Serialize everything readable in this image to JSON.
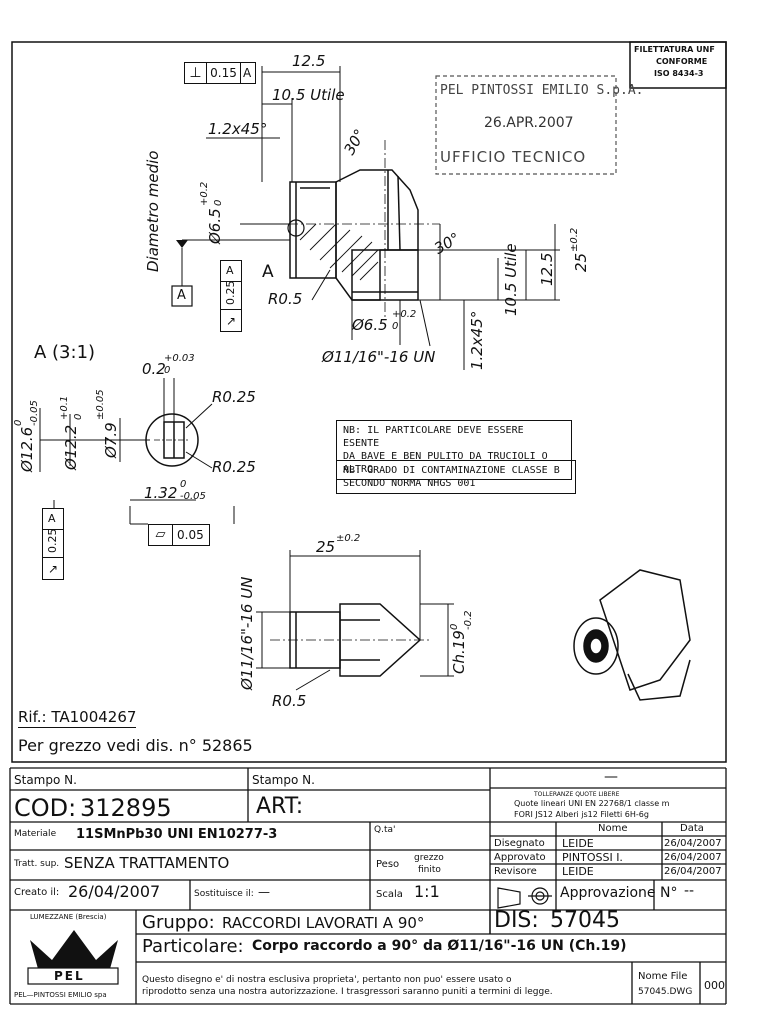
{
  "header": {
    "thread_note": [
      "FILETTATURA UNF",
      "CONFORME",
      "ISO 8434-3"
    ]
  },
  "stamp": {
    "company": "PEL PINTOSSI EMILIO S.p.A.",
    "date": "26.APR.2007",
    "office": "UFFICIO TECNICO"
  },
  "top_view": {
    "tol_perp": "0.15",
    "tol_perp_ref": "A",
    "dim_12_5_top": "12.5",
    "dim_10_5_utile_top": "10.5 Utile",
    "chamfer_1_2x45_top": "1.2x45°",
    "angle_30_top": "30°",
    "angle_30_right": "30°",
    "diametro_medio": "Diametro medio",
    "dia_6_5_left": "Ø6.5",
    "dia_6_5_left_tol_up": "+0.2",
    "dia_6_5_left_tol_low": "0",
    "datum_a": "A",
    "runout_value": "0.25",
    "runout_ref": "A",
    "detail_label": "A",
    "r_0_5": "R0.5",
    "dia_6_5_bottom": "Ø6.5",
    "dia_6_5_bottom_tol_up": "+0.2",
    "dia_6_5_bottom_tol_low": "0",
    "thread": "Ø11/16\"-16 UN",
    "dim_10_5_utile_right": "10.5 Utile",
    "dim_12_5_right": "12.5",
    "dim_25_right": "25",
    "dim_25_right_tol": "±0.2",
    "chamfer_1_2x45_right": "1.2x45°"
  },
  "detail": {
    "title": "A (3:1)",
    "dim_0_2": "0.2",
    "dim_0_2_tol_up": "+0.03",
    "dim_0_2_tol_low": "0",
    "r_0_25_top": "R0.25",
    "r_0_25_bottom": "R0.25",
    "dia_12_6": "Ø12.6",
    "dia_12_6_tol_up": "0",
    "dia_12_6_tol_low": "-0.05",
    "dia_12_2": "Ø12.2",
    "dia_12_2_tol": "+0.1",
    "dia_12_2_tol_low": "0",
    "dia_7_9": "Ø7.9",
    "dia_7_9_tol": "±0.05",
    "dim_1_32": "1.32",
    "dim_1_32_tol_up": "0",
    "dim_1_32_tol_low": "-0.05",
    "flatness_value": "0.05",
    "runout_value": "0.25",
    "runout_ref": "A"
  },
  "notes": [
    [
      "NB: IL PARTICOLARE DEVE ESSERE ESENTE",
      "DA BAVE E BEN PULITO DA TRUCIOLI O ALTRO"
    ],
    [
      "NB: GRADO DI CONTAMINAZIONE CLASSE B",
      "SECONDO NORMA NHGS 001"
    ]
  ],
  "blank_view": {
    "dim_25": "25",
    "dim_25_tol": "±0.2",
    "thread": "Ø11/16\"-16 UN",
    "hex": "Ch.19",
    "hex_tol_up": "0",
    "hex_tol_low": "-0.2",
    "r_0_5": "R0.5"
  },
  "references": {
    "rif": "Rif.: TA1004267",
    "grezzo": "Per grezzo vedi dis. n° 52865"
  },
  "title_block": {
    "stampo_label_left": "Stampo N.",
    "stampo_label_right": "Stampo N.",
    "cod_label": "COD:",
    "cod_value": "312895",
    "art_label": "ART:",
    "dash_top": "—",
    "tolerances_title": "TOLLERANZE QUOTE LIBERE",
    "tolerances_line1": "Quote lineari UNI EN 22768/1 classe m",
    "tolerances_line2": "FORI JS12  Alberi js12  Filetti 6H-6g",
    "materiale_label": "Materiale",
    "materiale_value": "11SMnPb30 UNI EN10277-3",
    "qta_label": "Q.ta'",
    "col_nome": "Nome",
    "col_data": "Data",
    "tratt_label": "Tratt. sup.",
    "tratt_value": "SENZA TRATTAMENTO",
    "peso_label": "Peso",
    "peso_sub1": "grezzo",
    "peso_sub2": "finito",
    "signatures": [
      {
        "role": "Disegnato",
        "name": "LEIDE",
        "date": "26/04/2007"
      },
      {
        "role": "Approvato",
        "name": "PINTOSSI I.",
        "date": "26/04/2007"
      },
      {
        "role": "Revisore",
        "name": "LEIDE",
        "date": "26/04/2007"
      }
    ],
    "creato_label": "Creato il:",
    "creato_value": "26/04/2007",
    "sostituisce_label": "Sostituisce il:",
    "sostituisce_value": "—",
    "scala_label": "Scala",
    "scala_value": "1:1",
    "approvazione_label": "Approvazione N°",
    "approvazione_value": "--",
    "logo_city": "LUMEZZANE (Brescia)",
    "logo_text": "PEL",
    "logo_company": "PEL—PINTOSSI EMILIO spa",
    "gruppo_label": "Gruppo:",
    "gruppo_value": "RACCORDI LAVORATI A 90°",
    "dis_label": "DIS:",
    "dis_value": "57045",
    "particolare_label": "Particolare:",
    "particolare_value": "Corpo raccordo a 90° da Ø11/16\"-16 UN (Ch.19)",
    "disclaimer_line1": "Questo disegno e' di nostra esclusiva proprieta', pertanto non puo' essere usato o",
    "disclaimer_line2": "riprodotto senza una nostra autorizzazione. I trasgressori saranno puniti a termini di legge.",
    "nome_file_label": "Nome File",
    "nome_file_value": "57045.DWG",
    "revision": "000"
  }
}
